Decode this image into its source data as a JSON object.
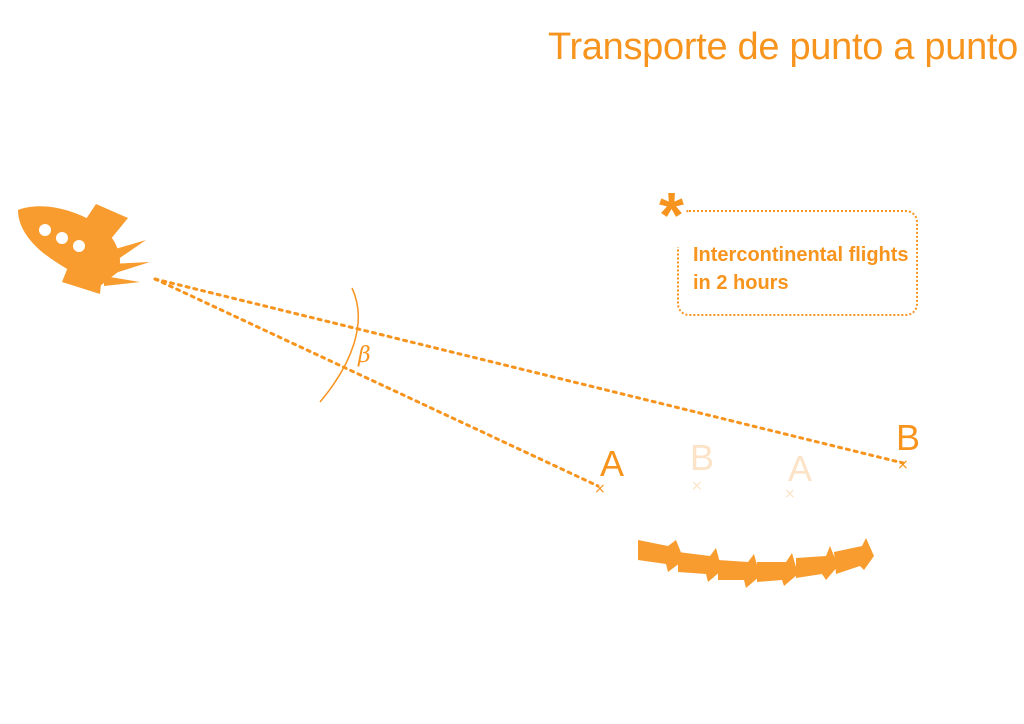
{
  "title": "Transporte de punto a punto",
  "note": {
    "symbol": "*",
    "text": "Intercontinental flights in 2 hours"
  },
  "angle_label": "β",
  "points": [
    {
      "label": "A",
      "state": "active"
    },
    {
      "label": "B",
      "state": "faded"
    },
    {
      "label": "A",
      "state": "faded"
    },
    {
      "label": "B",
      "state": "active"
    }
  ],
  "colors": {
    "accent": "#F7941E",
    "faded": "#FCE3C7",
    "rocket": "#F89C2F"
  },
  "icons": [
    "rocket-icon",
    "arrow-chain-icon",
    "point-marker-icon"
  ]
}
